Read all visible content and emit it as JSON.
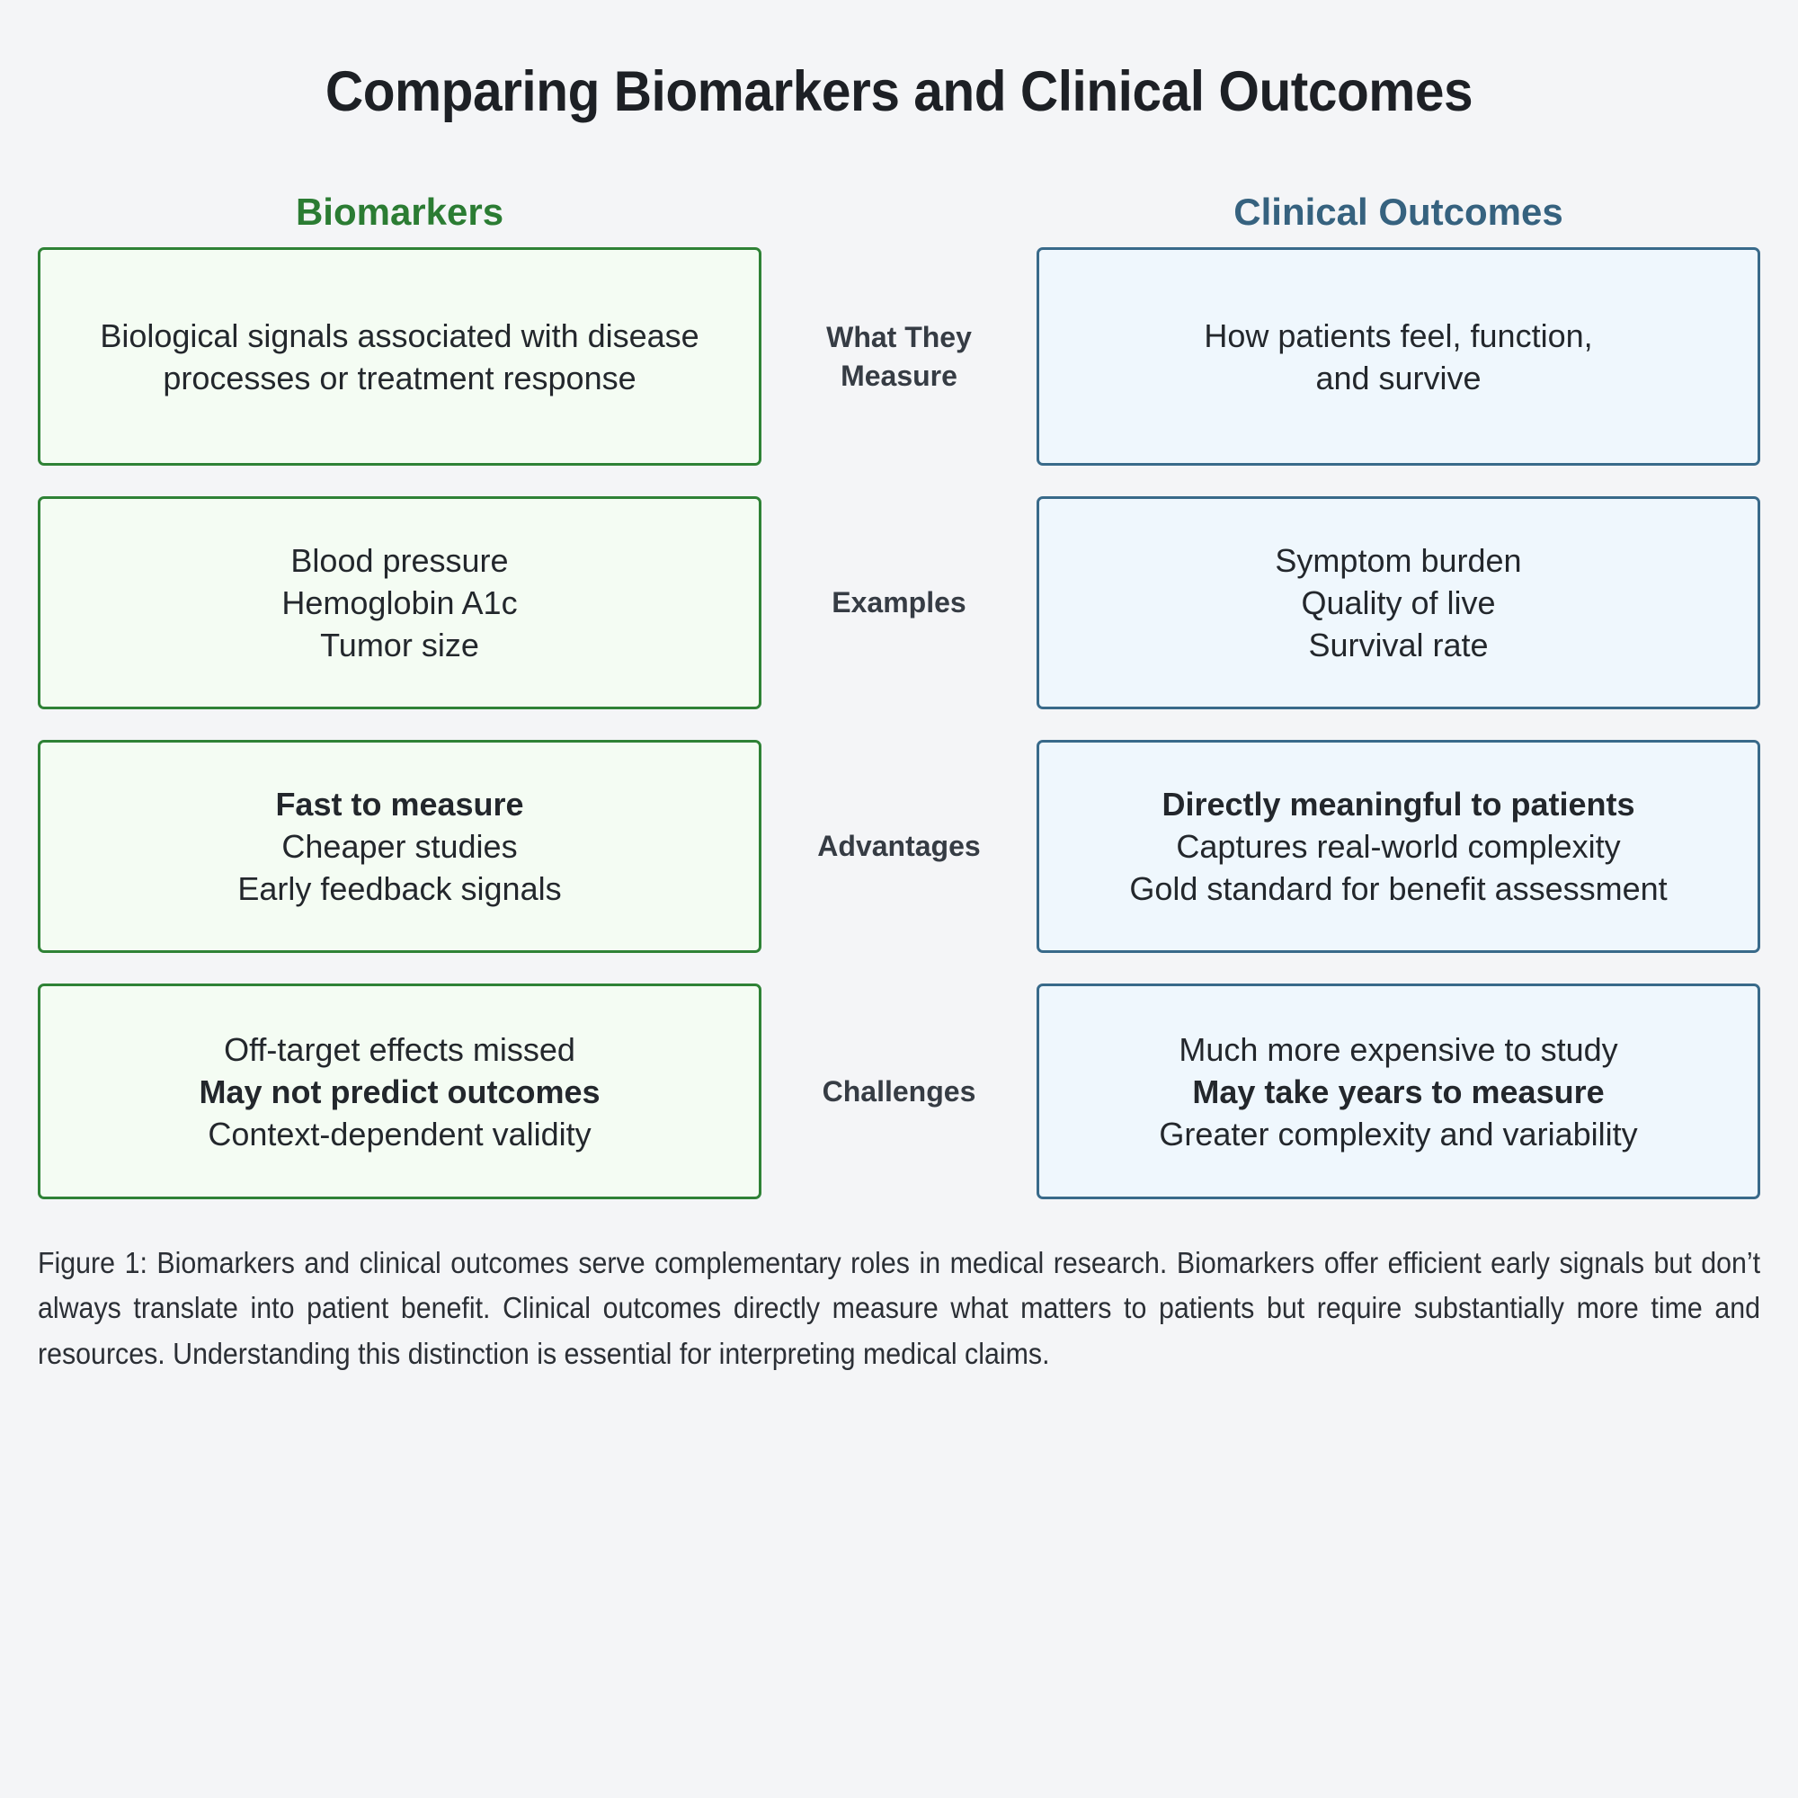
{
  "title": "Comparing Biomarkers and Clinical Outcomes",
  "colors": {
    "background": "#f4f5f7",
    "biomarker_accent": "#2b7c33",
    "biomarker_border": "#2f8236",
    "biomarker_fill": "#f4fcf3",
    "outcome_accent": "#36627f",
    "outcome_border": "#396a8a",
    "outcome_fill": "#eff7fd",
    "label_text": "#363c44",
    "body_text": "#23272c"
  },
  "columns": {
    "left_header": "Biomarkers",
    "right_header": "Clinical Outcomes"
  },
  "rows": [
    {
      "label": "What They\nMeasure",
      "left": [
        {
          "text": "Biological signals associated with disease processes or treatment response",
          "bold": false
        }
      ],
      "right": [
        {
          "text": "How patients feel, function,\nand survive",
          "bold": false
        }
      ]
    },
    {
      "label": "Examples",
      "left": [
        {
          "text": "Blood pressure",
          "bold": false
        },
        {
          "text": "Hemoglobin A1c",
          "bold": false
        },
        {
          "text": "Tumor size",
          "bold": false
        }
      ],
      "right": [
        {
          "text": "Symptom burden",
          "bold": false
        },
        {
          "text": "Quality of live",
          "bold": false
        },
        {
          "text": "Survival rate",
          "bold": false
        }
      ]
    },
    {
      "label": "Advantages",
      "left": [
        {
          "text": "Fast to measure",
          "bold": true
        },
        {
          "text": "Cheaper studies",
          "bold": false
        },
        {
          "text": "Early feedback signals",
          "bold": false
        }
      ],
      "right": [
        {
          "text": "Directly meaningful to patients",
          "bold": true
        },
        {
          "text": "Captures real-world complexity",
          "bold": false
        },
        {
          "text": "Gold standard for benefit assessment",
          "bold": false
        }
      ]
    },
    {
      "label": "Challenges",
      "left": [
        {
          "text": "Off-target effects missed",
          "bold": false
        },
        {
          "text": "May not predict outcomes",
          "bold": true
        },
        {
          "text": "Context-dependent validity",
          "bold": false
        }
      ],
      "right": [
        {
          "text": "Much more expensive to study",
          "bold": false
        },
        {
          "text": "May take years to measure",
          "bold": true
        },
        {
          "text": "Greater complexity and variability",
          "bold": false
        }
      ]
    }
  ],
  "caption": "Figure 1: Biomarkers and clinical outcomes serve complementary roles in medical research. Biomarkers offer efficient early signals but don’t always translate into patient benefit. Clinical outcomes directly measure what matters to patients but require substantially more time and resources. Understanding this distinction is essential for interpreting medical claims."
}
